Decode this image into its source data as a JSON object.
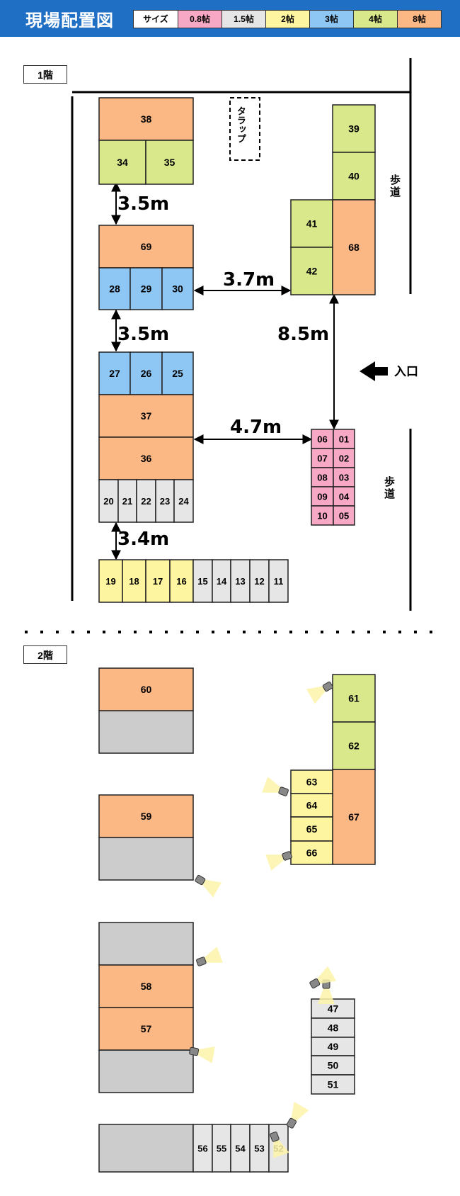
{
  "header": {
    "title": "現場配置図",
    "legend": [
      {
        "label": "サイズ",
        "color": "#ffffff",
        "w": 62
      },
      {
        "label": "0.8帖",
        "color": "#f6a8c4",
        "w": 62
      },
      {
        "label": "1.5帖",
        "color": "#e6e6e6",
        "w": 62
      },
      {
        "label": "2帖",
        "color": "#fdf5a0",
        "w": 62
      },
      {
        "label": "3帖",
        "color": "#8ec6f4",
        "w": 62
      },
      {
        "label": "4帖",
        "color": "#d9e88a",
        "w": 62
      },
      {
        "label": "8帖",
        "color": "#fbb784",
        "w": 62
      }
    ]
  },
  "colors": {
    "c08": "#f6a8c4",
    "c15": "#e6e6e6",
    "c2": "#fdf5a0",
    "c3": "#8ec6f4",
    "c4": "#d9e88a",
    "c8": "#fbb784",
    "empty": "#cccccc"
  },
  "floor1": {
    "label": "1階",
    "tarp": "タラップ",
    "sidewalk_top": "歩道",
    "sidewalk_bottom": "歩道",
    "entrance": "入口",
    "dims": {
      "d1": "3.5m",
      "d2": "3.7m",
      "d3": "3.5m",
      "d4": "8.5m",
      "d5": "4.7m",
      "d6": "3.4m"
    },
    "units": [
      {
        "id": "38",
        "size": "c8"
      },
      {
        "id": "34",
        "size": "c4"
      },
      {
        "id": "35",
        "size": "c4"
      },
      {
        "id": "69",
        "size": "c8"
      },
      {
        "id": "28",
        "size": "c3"
      },
      {
        "id": "29",
        "size": "c3"
      },
      {
        "id": "30",
        "size": "c3"
      },
      {
        "id": "27",
        "size": "c3"
      },
      {
        "id": "26",
        "size": "c3"
      },
      {
        "id": "25",
        "size": "c3"
      },
      {
        "id": "37",
        "size": "c8"
      },
      {
        "id": "36",
        "size": "c8"
      },
      {
        "id": "20",
        "size": "c15"
      },
      {
        "id": "21",
        "size": "c15"
      },
      {
        "id": "22",
        "size": "c15"
      },
      {
        "id": "23",
        "size": "c15"
      },
      {
        "id": "24",
        "size": "c15"
      },
      {
        "id": "19",
        "size": "c2"
      },
      {
        "id": "18",
        "size": "c2"
      },
      {
        "id": "17",
        "size": "c2"
      },
      {
        "id": "16",
        "size": "c2"
      },
      {
        "id": "15",
        "size": "c15"
      },
      {
        "id": "14",
        "size": "c15"
      },
      {
        "id": "13",
        "size": "c15"
      },
      {
        "id": "12",
        "size": "c15"
      },
      {
        "id": "11",
        "size": "c15"
      },
      {
        "id": "39",
        "size": "c4"
      },
      {
        "id": "40",
        "size": "c4"
      },
      {
        "id": "41",
        "size": "c4"
      },
      {
        "id": "42",
        "size": "c4"
      },
      {
        "id": "68",
        "size": "c8"
      },
      {
        "id": "06",
        "size": "c08"
      },
      {
        "id": "01",
        "size": "c08"
      },
      {
        "id": "07",
        "size": "c08"
      },
      {
        "id": "02",
        "size": "c08"
      },
      {
        "id": "08",
        "size": "c08"
      },
      {
        "id": "03",
        "size": "c08"
      },
      {
        "id": "09",
        "size": "c08"
      },
      {
        "id": "04",
        "size": "c08"
      },
      {
        "id": "10",
        "size": "c08"
      },
      {
        "id": "05",
        "size": "c08"
      }
    ]
  },
  "floor2": {
    "label": "2階",
    "units": [
      {
        "id": "60",
        "size": "c8"
      },
      {
        "id": "59",
        "size": "c8"
      },
      {
        "id": "58",
        "size": "c8"
      },
      {
        "id": "57",
        "size": "c8"
      },
      {
        "id": "61",
        "size": "c4"
      },
      {
        "id": "62",
        "size": "c4"
      },
      {
        "id": "67",
        "size": "c8"
      },
      {
        "id": "63",
        "size": "c2"
      },
      {
        "id": "64",
        "size": "c2"
      },
      {
        "id": "65",
        "size": "c2"
      },
      {
        "id": "66",
        "size": "c2"
      },
      {
        "id": "47",
        "size": "c15"
      },
      {
        "id": "48",
        "size": "c15"
      },
      {
        "id": "49",
        "size": "c15"
      },
      {
        "id": "50",
        "size": "c15"
      },
      {
        "id": "51",
        "size": "c15"
      },
      {
        "id": "56",
        "size": "c15"
      },
      {
        "id": "55",
        "size": "c15"
      },
      {
        "id": "54",
        "size": "c15"
      },
      {
        "id": "53",
        "size": "c15"
      },
      {
        "id": "52",
        "size": "c15"
      }
    ]
  }
}
